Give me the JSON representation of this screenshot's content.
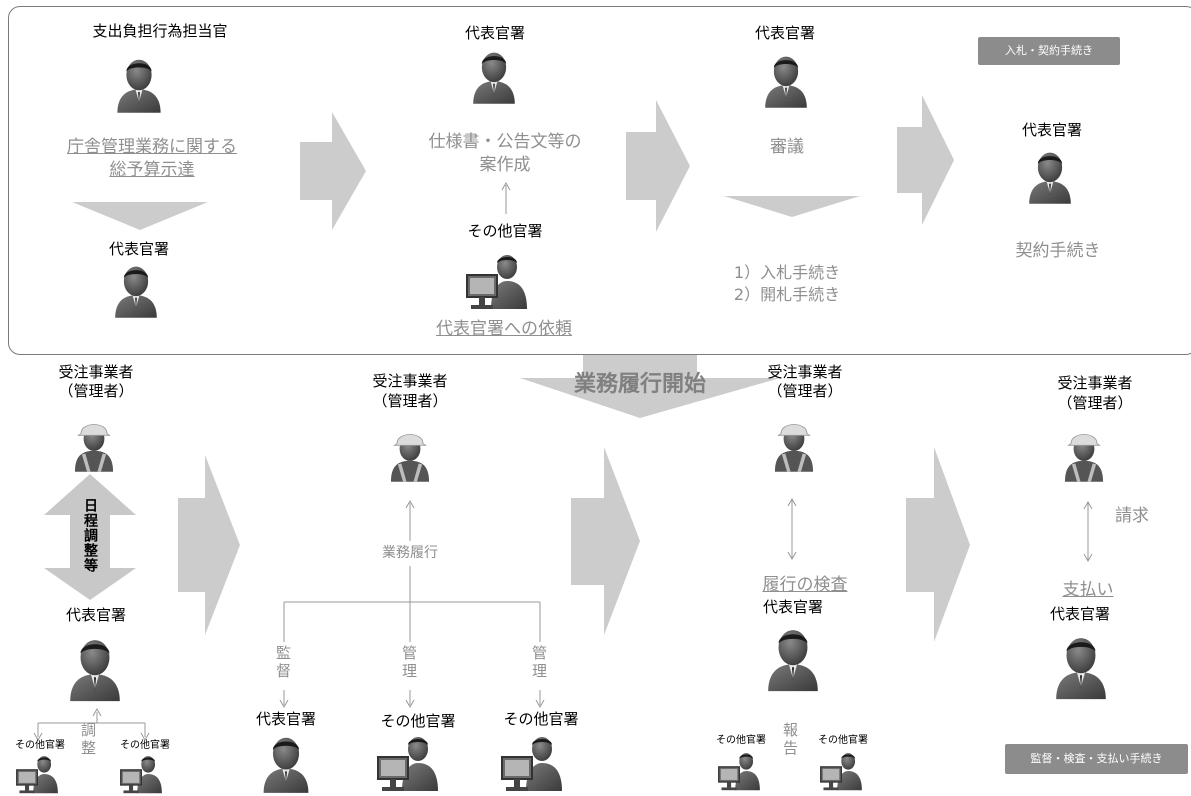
{
  "badges": {
    "bidding": "入札・契約手続き",
    "inspection": "監督・検査・支払い手続き"
  },
  "top": {
    "funding_officer": "支出負担行為担当官",
    "budget_line1": "庁舎管理業務に関する",
    "budget_line2": "総予算示達",
    "rep_office_a": "代表官署",
    "rep_office_b": "代表官署",
    "spec_line1": "仕様書・公告文等の",
    "spec_line2": "案作成",
    "other_office": "その他官署",
    "request": "代表官署への依頼",
    "rep_office_c": "代表官署",
    "deliberation": "審議",
    "bid_step1": "1）入札手続き",
    "bid_step2": "2）開札手続き",
    "rep_office_d": "代表官署",
    "contract": "契約手続き"
  },
  "start_banner": "業務履行開始",
  "bottom": {
    "contractor_a": "受注事業者",
    "manager_a": "（管理者）",
    "schedule": "日程調整等",
    "rep_office_e": "代表官署",
    "adjust": "調整",
    "other_small_a1": "その他官署",
    "other_small_a2": "その他官署",
    "contractor_b": "受注事業者",
    "manager_b": "（管理者）",
    "performance": "業務履行",
    "supervise": "監督",
    "manage_1": "管理",
    "manage_2": "管理",
    "rep_office_f": "代表官署",
    "other_office_f1": "その他官署",
    "other_office_f2": "その他官署",
    "contractor_c": "受注事業者",
    "manager_c": "（管理者）",
    "inspection": "履行の検査",
    "rep_office_g": "代表官署",
    "report": "報告",
    "other_small_c1": "その他官署",
    "other_small_c2": "その他官署",
    "contractor_d": "受注事業者",
    "manager_d": "（管理者）",
    "invoice": "請求",
    "payment": "支払い",
    "rep_office_h": "代表官署"
  },
  "colors": {
    "arrow_fill": "#cccccc",
    "text_gray": "#8f8f8f",
    "badge_bg": "#8c8c8c",
    "figure_dark": "#2a2a2a",
    "figure_gray": "#6e6e6e"
  }
}
